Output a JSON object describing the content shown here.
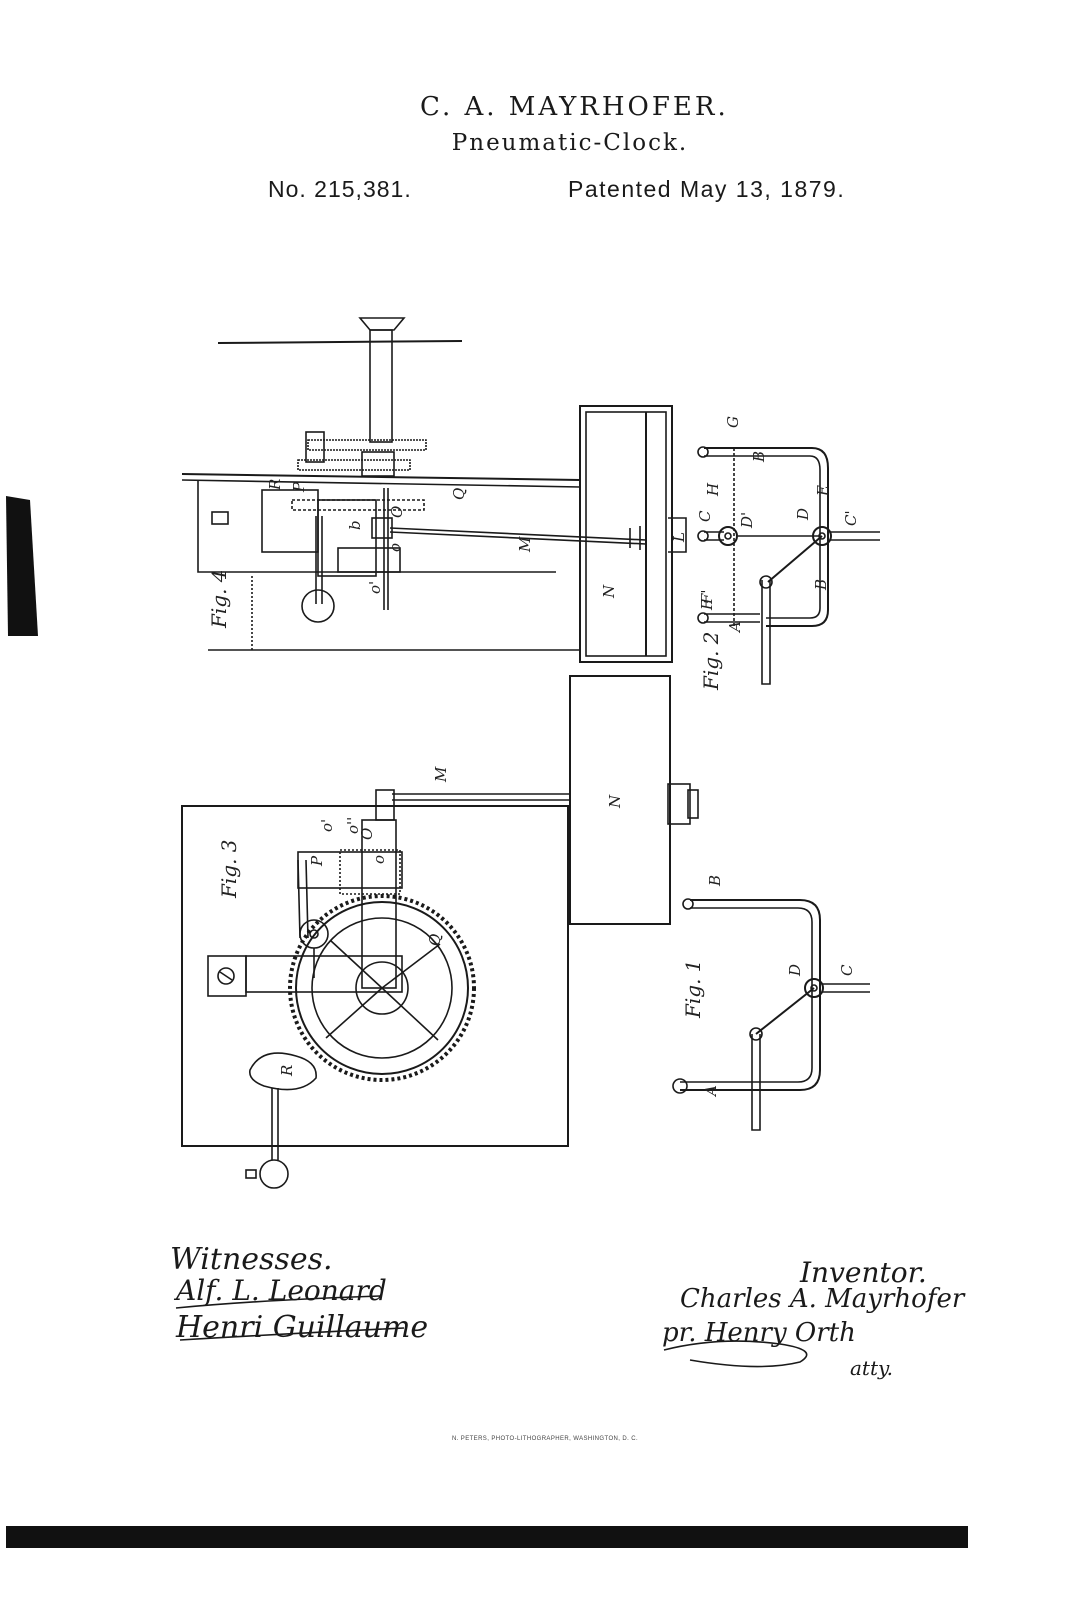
{
  "header": {
    "inventor": "C. A. MAYRHOFER.",
    "title": "Pneumatic-Clock.",
    "patent_number": "No. 215,381.",
    "patent_date": "Patented May 13, 1879."
  },
  "figures": {
    "fig1": {
      "label": "Fig. 1",
      "letters": [
        "A",
        "B",
        "C",
        "D"
      ]
    },
    "fig2": {
      "label": "Fig. 2",
      "letters": [
        "G",
        "H",
        "F",
        "A",
        "C",
        "D",
        "E",
        "B",
        "C'",
        "D'",
        "F'",
        "B"
      ]
    },
    "fig3": {
      "label": "Fig. 3",
      "letters": [
        "M",
        "N",
        "O",
        "o",
        "o'",
        "o''",
        "P",
        "Q",
        "R"
      ]
    },
    "fig4": {
      "label": "Fig. 4",
      "letters": [
        "M",
        "N",
        "L",
        "O",
        "P",
        "Q",
        "R",
        "b",
        "o",
        "o'"
      ]
    }
  },
  "witnesses": {
    "label": "Witnesses.",
    "names": [
      "Alf. L. Leonard",
      "Henri Guillaume"
    ]
  },
  "inventor_block": {
    "label": "Inventor.",
    "signature": "Charles A. Mayrhofer",
    "attorney": "pr. Henry Orth",
    "attorney_label": "atty."
  },
  "footer": {
    "lithographer": "N. PETERS, PHOTO-LITHOGRAPHER, WASHINGTON, D. C."
  }
}
